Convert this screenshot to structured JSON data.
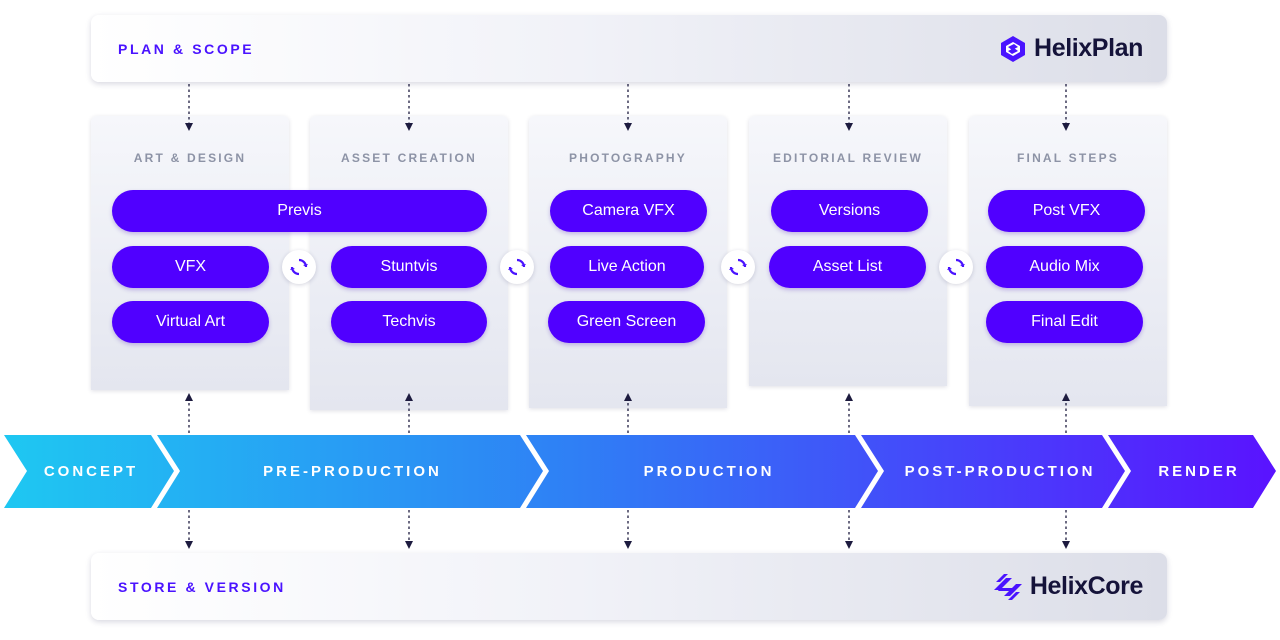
{
  "plan": {
    "label": "PLAN & SCOPE",
    "brand": "HelixPlan"
  },
  "store": {
    "label": "STORE & VERSION",
    "brand": "HelixCore"
  },
  "columns": [
    {
      "heading": "ART & DESIGN"
    },
    {
      "heading": "ASSET CREATION"
    },
    {
      "heading": "PHOTOGRAPHY"
    },
    {
      "heading": "EDITORIAL REVIEW"
    },
    {
      "heading": "FINAL STEPS"
    }
  ],
  "tasks": {
    "previs": "Previs",
    "vfx": "VFX",
    "virtual_art": "Virtual Art",
    "stuntvis": "Stuntvis",
    "techvis": "Techvis",
    "camera_vfx": "Camera VFX",
    "live_action": "Live Action",
    "green_screen": "Green Screen",
    "versions": "Versions",
    "asset_list": "Asset List",
    "post_vfx": "Post VFX",
    "audio_mix": "Audio Mix",
    "final_edit": "Final Edit"
  },
  "stages": [
    "CONCEPT",
    "PRE-PRODUCTION",
    "PRODUCTION",
    "POST-PRODUCTION",
    "RENDER"
  ],
  "colors": {
    "accent": "#4a13ff",
    "pill": "#5000ff",
    "stage_start": "#1ec8f2",
    "stage_end": "#5a12ff",
    "heading": "#8d93a6",
    "brand_text": "#15133a"
  },
  "icons": {
    "plan_logo": "helixplan-logo-icon",
    "core_logo": "helixcore-logo-icon",
    "cycle": "cycle-arrows-icon"
  }
}
